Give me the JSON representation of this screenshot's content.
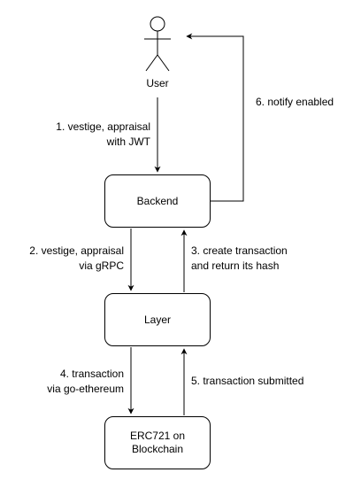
{
  "actor": {
    "label": "User"
  },
  "nodes": {
    "backend": "Backend",
    "layer": "Layer",
    "blockchain_line1": "ERC721 on",
    "blockchain_line2": "Blockchain"
  },
  "edges": {
    "e1_line1": "1. vestige, appraisal",
    "e1_line2": "with JWT",
    "e2_line1": "2. vestige, appraisal",
    "e2_line2": "via gRPC",
    "e3_line1": "3. create transaction",
    "e3_line2": "and return its hash",
    "e4_line1": "4. transaction",
    "e4_line2": "via go-ethereum",
    "e5": "5. transaction submitted",
    "e6": "6. notify enabled"
  }
}
